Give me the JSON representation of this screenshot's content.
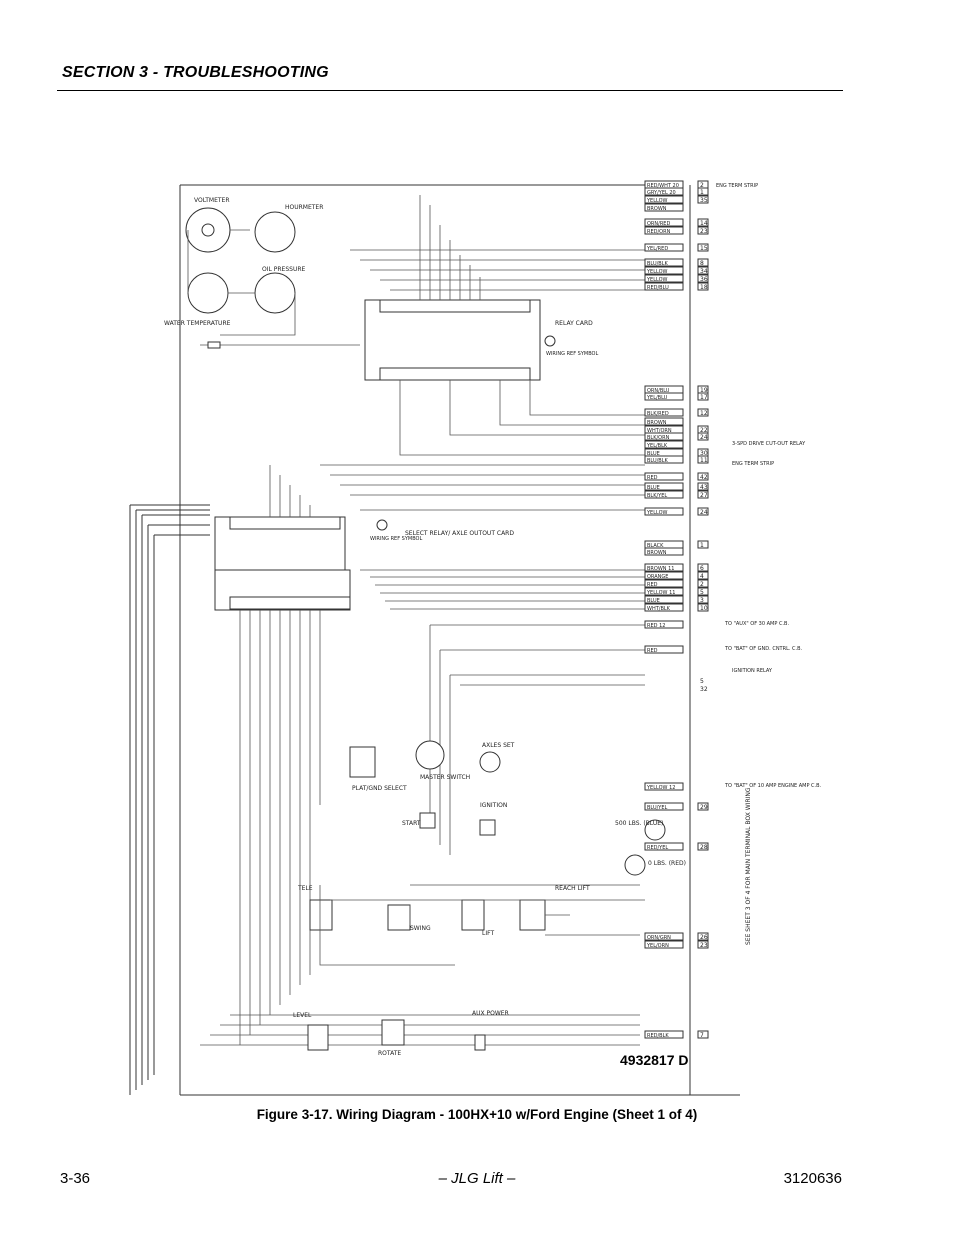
{
  "header": {
    "section_title": "SECTION 3 - TROUBLESHOOTING"
  },
  "figure": {
    "caption": "Figure 3-17.  Wiring Diagram - 100HX+10 w/Ford Engine (Sheet 1 of 4)",
    "drawing_number": "4932817 D",
    "components": {
      "voltmeter": "VOLTMETER",
      "hourmeter": "HOURMETER",
      "oil_pressure": "OIL PRESSURE",
      "water_temperature": "WATER TEMPERATURE",
      "relay_card": "RELAY CARD",
      "wiring_ref_symbol": "WIRING REF SYMBOL",
      "select_card": "SELECT RELAY/ AXLE OUTOUT CARD",
      "plat_gnd_select": "PLAT/GND SELECT",
      "master_switch": "MASTER SWITCH",
      "axles_set": "AXLES SET",
      "ignition": "IGNITION",
      "start": "START",
      "lbs_500": "500 LBS. (BLUE)",
      "lbs_0": "0 LBS. (RED)",
      "tele": "TELE",
      "swing": "SWING",
      "lift": "LIFT",
      "reach_lift": "REACH LIFT",
      "level": "LEVEL",
      "rotate": "ROTATE",
      "aux_power": "AUX POWER",
      "side_note": "SEE SHEET 3 OF 4 FOR MAIN TERMINAL BOX WIRING"
    },
    "right_terminals": [
      {
        "wire": "RED/WHT 20",
        "num": "2"
      },
      {
        "wire": "GRY/YEL 20",
        "num": "1"
      },
      {
        "wire": "YELLOW",
        "num": "35"
      },
      {
        "wire": "BROWN",
        "num": ""
      },
      {
        "wire": "ORN/RED",
        "num": "14"
      },
      {
        "wire": "RED/ORN",
        "num": "23"
      },
      {
        "wire": "YEL/RED",
        "num": "15"
      },
      {
        "wire": "BLU/BLK",
        "num": "8"
      },
      {
        "wire": "YELLOW",
        "num": "34"
      },
      {
        "wire": "YELLOW",
        "num": "36"
      },
      {
        "wire": "RED/BLU",
        "num": "18"
      },
      {
        "wire": "ORN/BLU",
        "num": "19"
      },
      {
        "wire": "YEL/BLU",
        "num": "17"
      },
      {
        "wire": "BLK/RED",
        "num": "12"
      },
      {
        "wire": "BROWN",
        "num": ""
      },
      {
        "wire": "WHT/ORN",
        "num": "22"
      },
      {
        "wire": "BLK/ORN",
        "num": "24"
      },
      {
        "wire": "YEL/BLK",
        "num": ""
      },
      {
        "wire": "BLUE",
        "num": "30"
      },
      {
        "wire": "BLU/BLK",
        "num": "11"
      },
      {
        "wire": "RED",
        "num": "42"
      },
      {
        "wire": "BLUE",
        "num": "43"
      },
      {
        "wire": "BLK/YEL",
        "num": "27"
      },
      {
        "wire": "YELLOW",
        "num": "24"
      },
      {
        "wire": "BLACK",
        "num": "1"
      },
      {
        "wire": "BROWN",
        "num": ""
      },
      {
        "wire": "BROWN 11",
        "num": "6"
      },
      {
        "wire": "ORANGE",
        "num": "4"
      },
      {
        "wire": "RED",
        "num": "2"
      },
      {
        "wire": "YELLOW 11",
        "num": "5"
      },
      {
        "wire": "BLUE",
        "num": "3"
      },
      {
        "wire": "WHT/BLK",
        "num": "10"
      },
      {
        "wire": "RED 12",
        "num": ""
      },
      {
        "wire": "RED",
        "num": ""
      },
      {
        "wire": "YELLOW 12",
        "num": ""
      },
      {
        "wire": "BLU/YEL",
        "num": "29"
      },
      {
        "wire": "RED/YEL",
        "num": "28"
      },
      {
        "wire": "ORN/GRN",
        "num": "26"
      },
      {
        "wire": "YEL/ORN",
        "num": "23"
      },
      {
        "wire": "RED/BLK",
        "num": "7"
      }
    ],
    "right_notes": {
      "eng_strip_1": "ENG TERM STRIP",
      "relay_3": "3-SPD DRIVE CUT-OUT RELAY",
      "eng_strip_2": "ENG TERM STRIP",
      "to_aux": "TO \"AUX\" OF 30 AMP C.B.",
      "to_bat": "TO \"BAT\" OF GND. CNTRL. C.B.",
      "to_ignition_relay": "IGNITION RELAY",
      "to_bat_10": "TO \"BAT\" OF 10 AMP ENGINE AMP C.B.",
      "term_5": "5",
      "term_32": "32"
    }
  },
  "footer": {
    "page": "3-36",
    "center": "– JLG Lift –",
    "doc": "3120636"
  }
}
